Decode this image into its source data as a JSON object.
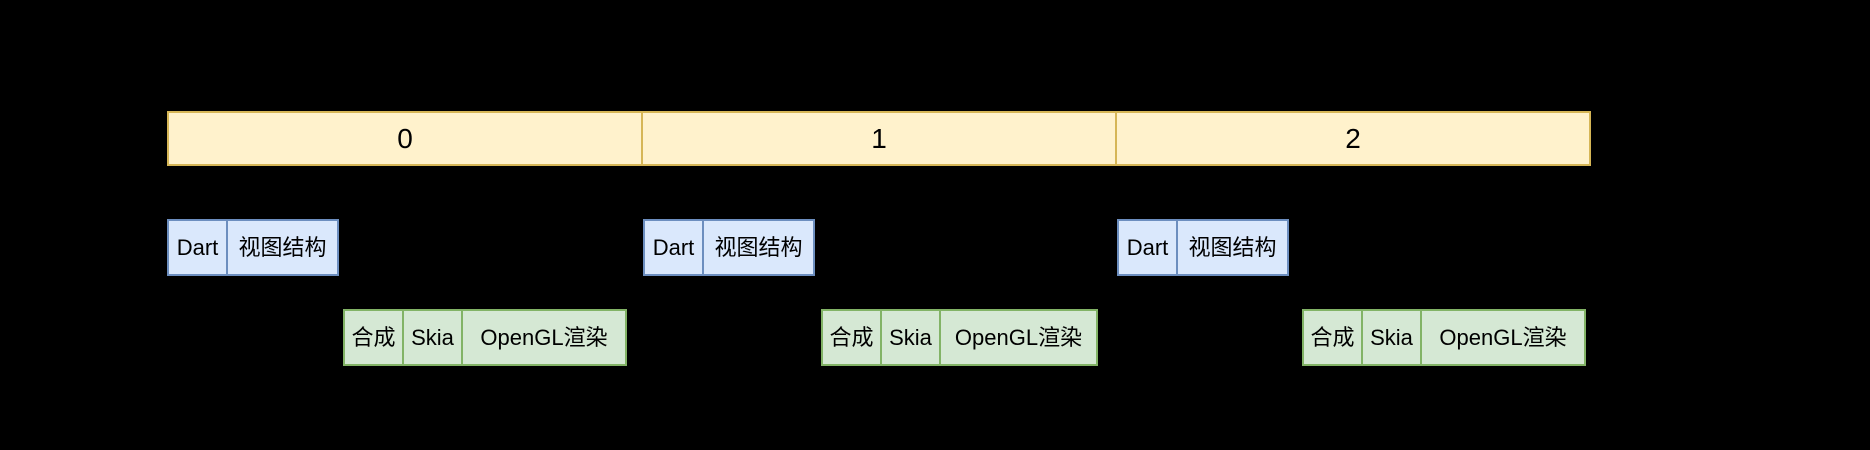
{
  "timeline": {
    "segment_labels": [
      "0",
      "1",
      "2"
    ]
  },
  "frames": [
    {
      "ui_cells": [
        "Dart",
        "视图结构"
      ],
      "gpu_cells": [
        "合成",
        "Skia",
        "OpenGL渲染"
      ]
    },
    {
      "ui_cells": [
        "Dart",
        "视图结构"
      ],
      "gpu_cells": [
        "合成",
        "Skia",
        "OpenGL渲染"
      ]
    },
    {
      "ui_cells": [
        "Dart",
        "视图结构"
      ],
      "gpu_cells": [
        "合成",
        "Skia",
        "OpenGL渲染"
      ]
    }
  ],
  "colors": {
    "background": "#000000",
    "timeline_fill": "#fff2cc",
    "timeline_border": "#d6b656",
    "ui_box_fill": "#dae8fc",
    "ui_box_border": "#6c8ebf",
    "gpu_box_fill": "#d5e8d4",
    "gpu_box_border": "#82b366",
    "text": "#000000"
  }
}
